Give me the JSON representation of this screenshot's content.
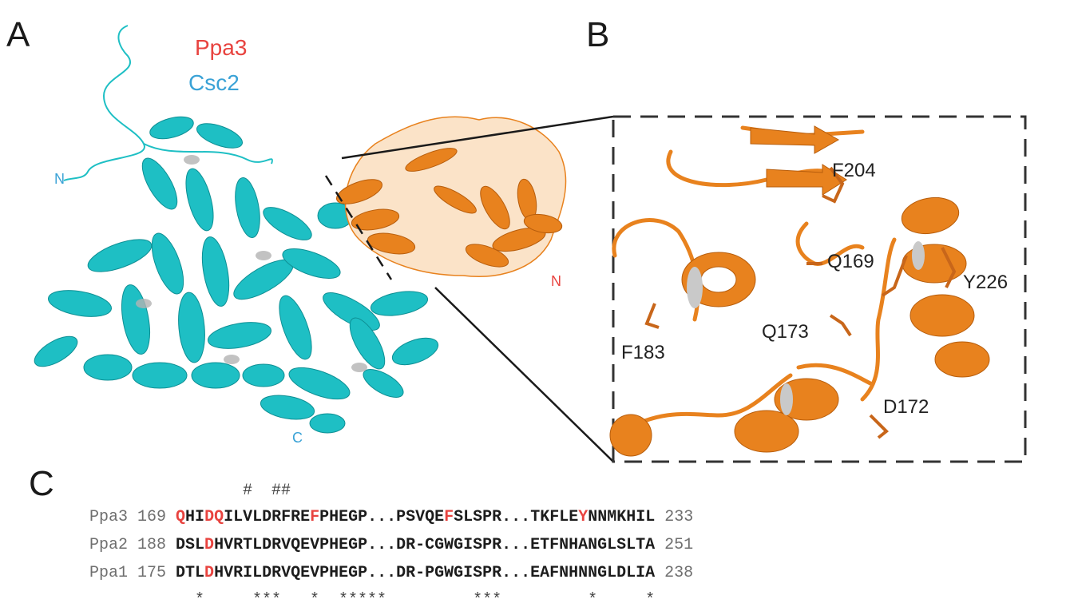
{
  "panels": {
    "a": "A",
    "b": "B",
    "c": "C"
  },
  "legend": {
    "ppa3": "Ppa3",
    "csc2": "Csc2"
  },
  "colors": {
    "ppa3": "#e8433f",
    "csc2": "#3aa2d6",
    "csc2_ribbon": "#1ebfc4",
    "ppa3_ribbon": "#e8821e",
    "helix_back": "#b3b3b3"
  },
  "termini": {
    "csc2_n": "N",
    "csc2_c": "C",
    "ppa3_n": "N"
  },
  "residues": {
    "f204": "F204",
    "q169": "Q169",
    "y226": "Y226",
    "q173": "Q173",
    "f183": "F183",
    "d172": "D172"
  },
  "alignment": {
    "hash_marks": "                #  ##",
    "rows": [
      {
        "name": "Ppa3",
        "start": "169",
        "segments": [
          {
            "t": "Q",
            "hl": true
          },
          {
            "t": "HI",
            "hl": false
          },
          {
            "t": "DQ",
            "hl": true
          },
          {
            "t": "ILVLDRFRE",
            "hl": false
          },
          {
            "t": "F",
            "hl": true
          },
          {
            "t": "PHEGP...PSVQE",
            "hl": false
          },
          {
            "t": "F",
            "hl": true
          },
          {
            "t": "SLSPR...TKFLE",
            "hl": false
          },
          {
            "t": "Y",
            "hl": true
          },
          {
            "t": "NNMKHIL",
            "hl": false
          }
        ],
        "end": "233"
      },
      {
        "name": "Ppa2",
        "start": "188",
        "segments": [
          {
            "t": "DSL",
            "hl": false
          },
          {
            "t": "D",
            "hl": true
          },
          {
            "t": "HVRTLDRVQEVPHEGP...DR-CGWGISPR...ETFNHANGLSLTA",
            "hl": false
          }
        ],
        "end": "251"
      },
      {
        "name": "Ppa1",
        "start": "175",
        "segments": [
          {
            "t": "DTL",
            "hl": false
          },
          {
            "t": "D",
            "hl": true
          },
          {
            "t": "HVRILDRVQEVPHEGP...DR-PGWGISPR...EAFNHNNGLDLIA",
            "hl": false
          }
        ],
        "end": "238"
      }
    ],
    "conservation": "           *     ***   *  *****         ***         *     *"
  }
}
